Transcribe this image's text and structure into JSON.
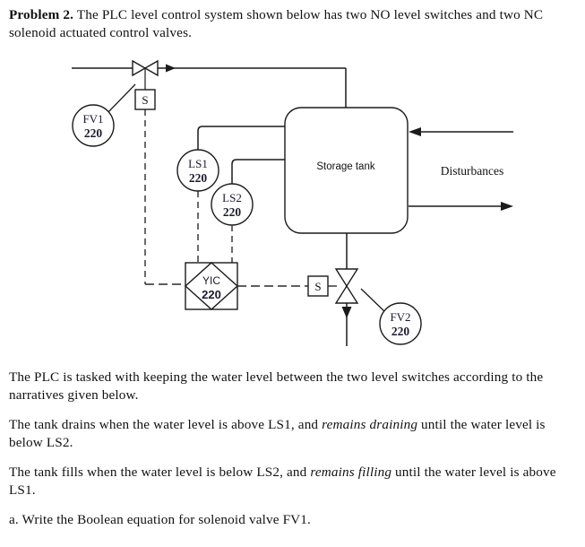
{
  "document": {
    "paragraphs": {
      "intro_label": "Problem 2.",
      "intro_text": "The PLC level control system shown below has two NO level switches and two NC solenoid actuated control valves.",
      "plc_task": "The PLC is tasked with keeping the water level between the two level switches according to the narratives given below.",
      "drain_pre": "The tank drains when the water level is above LS1, and ",
      "drain_em": "remains draining",
      "drain_post": " until the water level is below LS2.",
      "fill_pre": "The tank fills when the water level is below LS2, and ",
      "fill_em": "remains filling",
      "fill_post": " until the water level is above LS1.",
      "question_a": "a.  Write the Boolean equation for solenoid valve FV1."
    }
  },
  "diagram": {
    "tank": {
      "label": "Storage tank"
    },
    "disturbances": {
      "label": "Disturbances"
    },
    "instruments": [
      {
        "id": "fv1",
        "tag": "FV1",
        "number": "220"
      },
      {
        "id": "ls1",
        "tag": "LS1",
        "number": "220"
      },
      {
        "id": "ls2",
        "tag": "LS2",
        "number": "220"
      },
      {
        "id": "yic",
        "tag": "YIC",
        "number": "220"
      },
      {
        "id": "fv2",
        "tag": "FV2",
        "number": "220"
      }
    ],
    "solenoids": [
      {
        "id": "solenoid-fv1",
        "label": "S"
      },
      {
        "id": "solenoid-fv2",
        "label": "S"
      }
    ]
  },
  "colors": {
    "line": "#1b1b1b",
    "text": "#111111",
    "tag_text": "#1a1a2e",
    "background": "#ffffff"
  }
}
